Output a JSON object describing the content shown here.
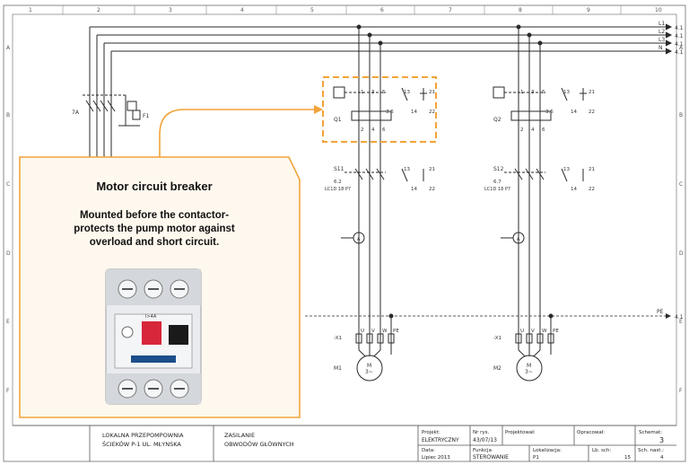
{
  "columns": [
    "1",
    "2",
    "3",
    "4",
    "5",
    "6",
    "7",
    "8",
    "9",
    "10"
  ],
  "rows": [
    "A",
    "B",
    "C",
    "D",
    "E",
    "F"
  ],
  "supply_lines": [
    {
      "name": "L1",
      "ref": "4.1"
    },
    {
      "name": "L2",
      "ref": "4.1"
    },
    {
      "name": "L3",
      "ref": "4.1"
    },
    {
      "name": "N",
      "ref": "4.1"
    }
  ],
  "pe_line": {
    "name": "PE",
    "ref": "4.1"
  },
  "main_switch": {
    "label": "F1",
    "left_label": "7A"
  },
  "circuits": [
    {
      "breaker": "Q1",
      "breaker_range": "3.6",
      "aux_top": "13",
      "aux_top2": "21",
      "aux_bot": "14",
      "aux_bot2": "22",
      "contactor": "S11",
      "contactor_range": "6.2",
      "contactor_type": "LC1D 18 P7",
      "ammeter": "A",
      "terminal": "-X1",
      "terminals": [
        "U",
        "V",
        "W",
        "PE"
      ],
      "motor": "M1",
      "motor_symbol": "M",
      "motor_phase": "3~",
      "pins_top": [
        "1",
        "3",
        "5"
      ],
      "pins_bot": [
        "2",
        "4",
        "6"
      ]
    },
    {
      "breaker": "Q2",
      "breaker_range": "3.6",
      "aux_top": "13",
      "aux_top2": "21",
      "aux_bot": "14",
      "aux_bot2": "22",
      "contactor": "S12",
      "contactor_range": "6.7",
      "contactor_type": "LC1D 18 P7",
      "ammeter": "A",
      "terminal": "-X1",
      "terminals": [
        "U",
        "V",
        "W",
        "PE"
      ],
      "motor": "M2",
      "motor_symbol": "M",
      "motor_phase": "3~",
      "pins_top": [
        "1",
        "3",
        "5"
      ],
      "pins_bot": [
        "2",
        "4",
        "6"
      ]
    }
  ],
  "callout": {
    "title": "Motor circuit breaker",
    "description": "Mounted before the contactor-protects the pump motor against overload and short circuit.",
    "device_rating": "I>4A"
  },
  "title_block": {
    "station_line1": "LOKALNA PRZEPOMPOWNIA",
    "station_line2": "ŚCIEKÓW  P-1  UL. MŁYNSKA",
    "drawing_line1": "ZASILANIE",
    "drawing_line2": "OBWODÓW GŁÓWNYCH",
    "project_label": "Projekt:",
    "project_value": "ELEKTRYCZNY",
    "drawing_no_label": "Nr rys.",
    "drawing_no_value": "43/07/13",
    "designer_label": "Projektował:",
    "checked_label": "Opracował:",
    "scheme_label": "Schemat:",
    "scheme_value": "3",
    "date_label": "Data:",
    "date_value": "Lipiec 2013",
    "function_label": "Funkcja",
    "function_value": "STEROWANIE",
    "location_label": "Lokalizacja:",
    "location_value": "P1",
    "sheets_label": "Lb. sch:",
    "sheets_value": "15",
    "next_label": "Sch. nast.:",
    "next_value": "4"
  },
  "colors": {
    "accent": "#F2A33A",
    "line": "#2a2a2a",
    "grid": "#8a8a8a",
    "callout_bg": "#FFF8EE"
  }
}
